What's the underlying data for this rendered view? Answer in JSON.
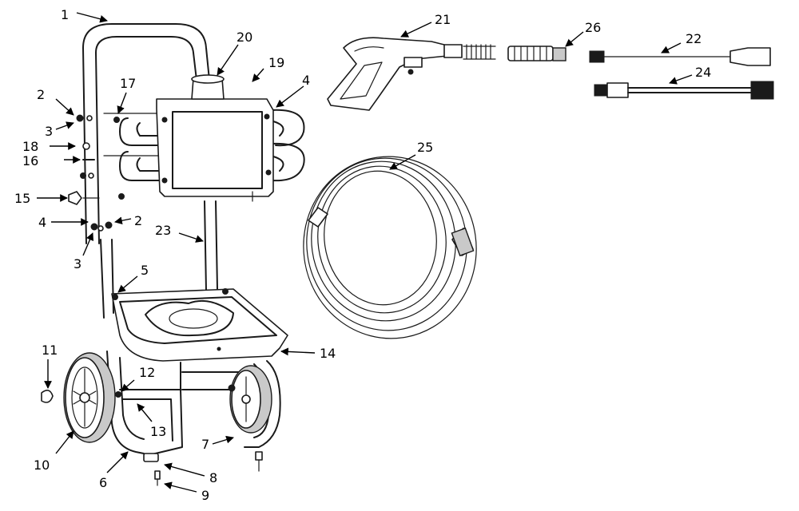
{
  "callouts": [
    "1",
    "2",
    "3",
    "18",
    "16",
    "15",
    "4",
    "2",
    "3",
    "17",
    "20",
    "19",
    "4",
    "23",
    "5",
    "14",
    "11",
    "12",
    "13",
    "10",
    "6",
    "8",
    "9",
    "7",
    "21",
    "26",
    "22",
    "24",
    "25"
  ]
}
